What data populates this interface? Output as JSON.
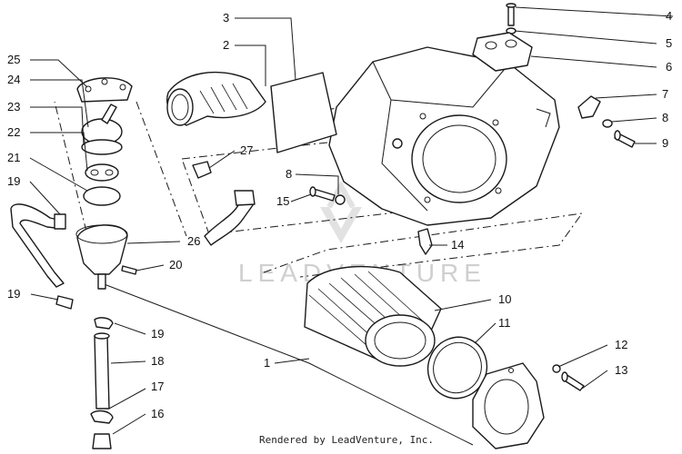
{
  "diagram": {
    "callouts": [
      {
        "id": "c1",
        "label": "1"
      },
      {
        "id": "c2",
        "label": "2"
      },
      {
        "id": "c3",
        "label": "3"
      },
      {
        "id": "c4",
        "label": "4"
      },
      {
        "id": "c5",
        "label": "5"
      },
      {
        "id": "c6",
        "label": "6"
      },
      {
        "id": "c7",
        "label": "7"
      },
      {
        "id": "c8a",
        "label": "8"
      },
      {
        "id": "c8b",
        "label": "8"
      },
      {
        "id": "c9",
        "label": "9"
      },
      {
        "id": "c10",
        "label": "10"
      },
      {
        "id": "c11",
        "label": "11"
      },
      {
        "id": "c12",
        "label": "12"
      },
      {
        "id": "c13",
        "label": "13"
      },
      {
        "id": "c14",
        "label": "14"
      },
      {
        "id": "c15",
        "label": "15"
      },
      {
        "id": "c16",
        "label": "16"
      },
      {
        "id": "c17",
        "label": "17"
      },
      {
        "id": "c18",
        "label": "18"
      },
      {
        "id": "c19a",
        "label": "19"
      },
      {
        "id": "c19b",
        "label": "19"
      },
      {
        "id": "c19c",
        "label": "19"
      },
      {
        "id": "c20",
        "label": "20"
      },
      {
        "id": "c21",
        "label": "21"
      },
      {
        "id": "c22",
        "label": "22"
      },
      {
        "id": "c23",
        "label": "23"
      },
      {
        "id": "c24",
        "label": "24"
      },
      {
        "id": "c25",
        "label": "25"
      },
      {
        "id": "c26",
        "label": "26"
      },
      {
        "id": "c27",
        "label": "27"
      }
    ],
    "watermark": "LEADVENTURE",
    "footer": "Rendered by LeadVenture, Inc."
  }
}
